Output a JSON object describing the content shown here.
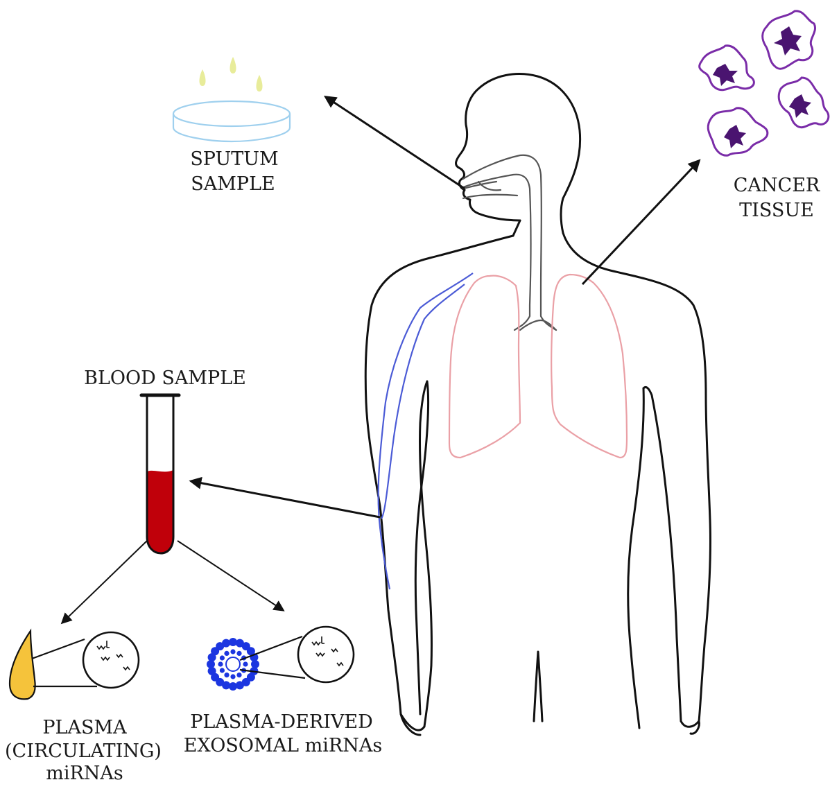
{
  "labels": {
    "sputum_line1": "SPUTUM",
    "sputum_line2": "SAMPLE",
    "cancer_line1": "CANCER",
    "cancer_line2": "TISSUE",
    "blood": "BLOOD SAMPLE",
    "plasma_line1": "PLASMA",
    "plasma_line2": "(CIRCULATING)",
    "plasma_line3": "miRNAs",
    "exo_line1": "PLASMA-DERIVED",
    "exo_line2": "EXOSOMAL miRNAs"
  },
  "colors": {
    "outline": "#111111",
    "vein": "#4b5bd6",
    "lung": "#eaa0a6",
    "airway": "#555555",
    "blood": "#c0000a",
    "plasma": "#f5c33b",
    "exosome": "#1c36e0",
    "petri": "#9fd0ee",
    "droplet": "#e8ec9a",
    "cancer_cell": "#7a2ca8",
    "cancer_nucleus": "#4a1470"
  },
  "icons": {
    "sputum": "petri-dish-icon",
    "blood": "test-tube-icon",
    "cancer": "cancer-cell-icon",
    "plasma": "plasma-droplet-icon",
    "exosome": "exosome-icon"
  }
}
